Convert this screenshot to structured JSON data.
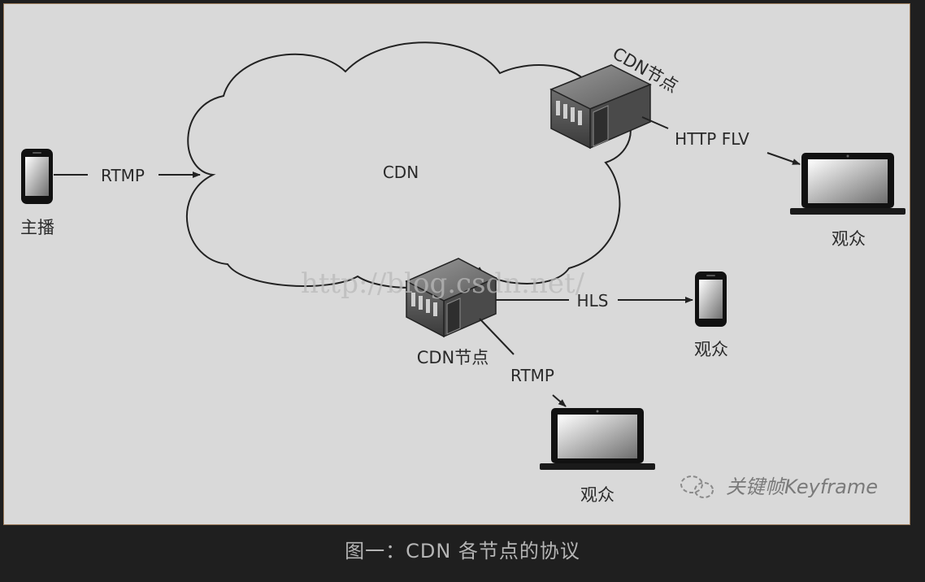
{
  "diagram": {
    "cloud_label": "CDN",
    "broadcaster_label": "主播",
    "ingest_protocol": "RTMP",
    "node_top_label": "CDN节点",
    "node_bottom_label": "CDN节点",
    "protocol_http_flv": "HTTP FLV",
    "protocol_hls": "HLS",
    "protocol_rtmp_out": "RTMP",
    "viewer_label_top": "观众",
    "viewer_label_phone": "观众",
    "viewer_label_bottom": "观众",
    "watermark_url": "http://blog.csdn.net/",
    "brand_name": "关键帧Keyframe"
  },
  "caption": "图一：CDN 各节点的协议"
}
